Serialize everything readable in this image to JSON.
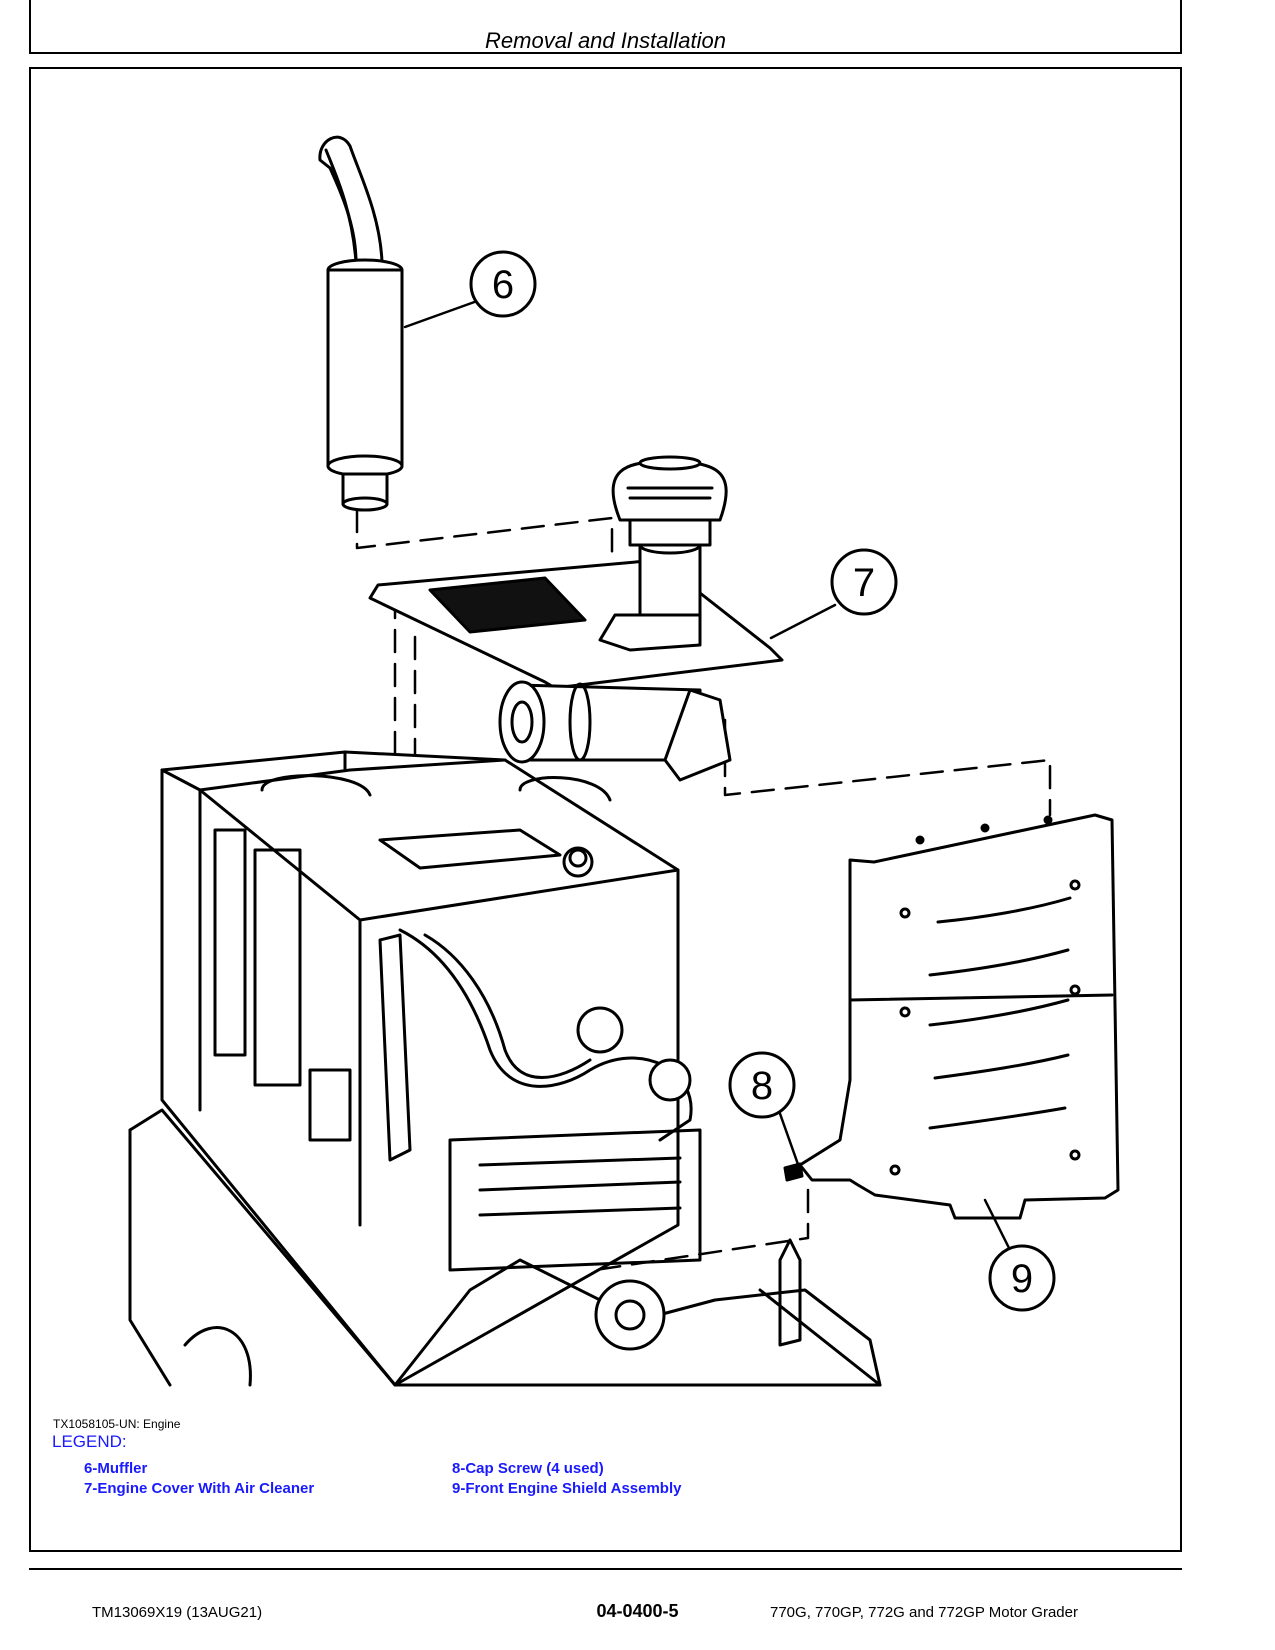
{
  "header": {
    "section_title": "Removal and Installation"
  },
  "figure": {
    "callouts": [
      {
        "number": "6"
      },
      {
        "number": "7"
      },
      {
        "number": "8"
      },
      {
        "number": "9"
      }
    ],
    "id_line": "TX1058105-UN: Engine"
  },
  "legend": {
    "title": "LEGEND:",
    "items": [
      {
        "text": "6-Muffler"
      },
      {
        "text": "7-Engine Cover With Air Cleaner"
      },
      {
        "text": "8-Cap Screw (4 used)"
      },
      {
        "text": "9-Front Engine Shield Assembly"
      }
    ]
  },
  "footer": {
    "doc_code": "TM13069X19 (13AUG21)",
    "page_number": "04-0400-5",
    "model": "770G, 770GP, 772G and 772GP Motor Grader"
  }
}
